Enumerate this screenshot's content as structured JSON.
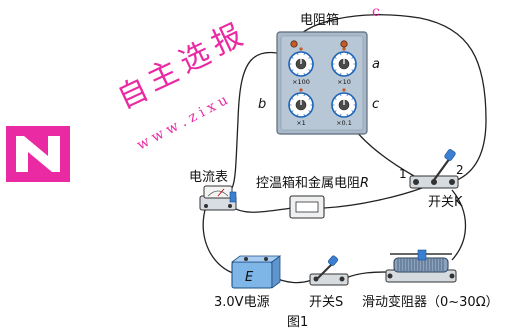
{
  "watermark": {
    "chars": [
      "自",
      "主",
      "选",
      "报"
    ],
    "site": "w w w . z i x u",
    "tail": "c",
    "color": "#e8149a"
  },
  "resistance_box": {
    "title": "电阻箱",
    "knobs": [
      {
        "mult": "×100"
      },
      {
        "mult": "×10"
      },
      {
        "mult": "×1"
      },
      {
        "mult": "×0.1"
      }
    ],
    "terminal_labels": {
      "a": "a",
      "b": "b",
      "c": "c"
    }
  },
  "components": {
    "ammeter": "电流表",
    "oven": "控温箱和金属电阻",
    "oven_symbol": "R",
    "switch_k": "开关K",
    "switch_k_pos1": "1",
    "switch_k_pos2": "2",
    "battery_symbol": "E",
    "battery": "3.0V电源",
    "switch_s": "开关S",
    "rheostat": "滑动变阻器（0~30Ω）"
  },
  "caption": "图1",
  "colors": {
    "wire": "#222222",
    "panel": "#a9b9c9",
    "knob_ring": "#1d63b8",
    "terminal": "#c25a2a",
    "accent_blue": "#3b7fd0",
    "battery_fill": "#7fb6e8"
  }
}
